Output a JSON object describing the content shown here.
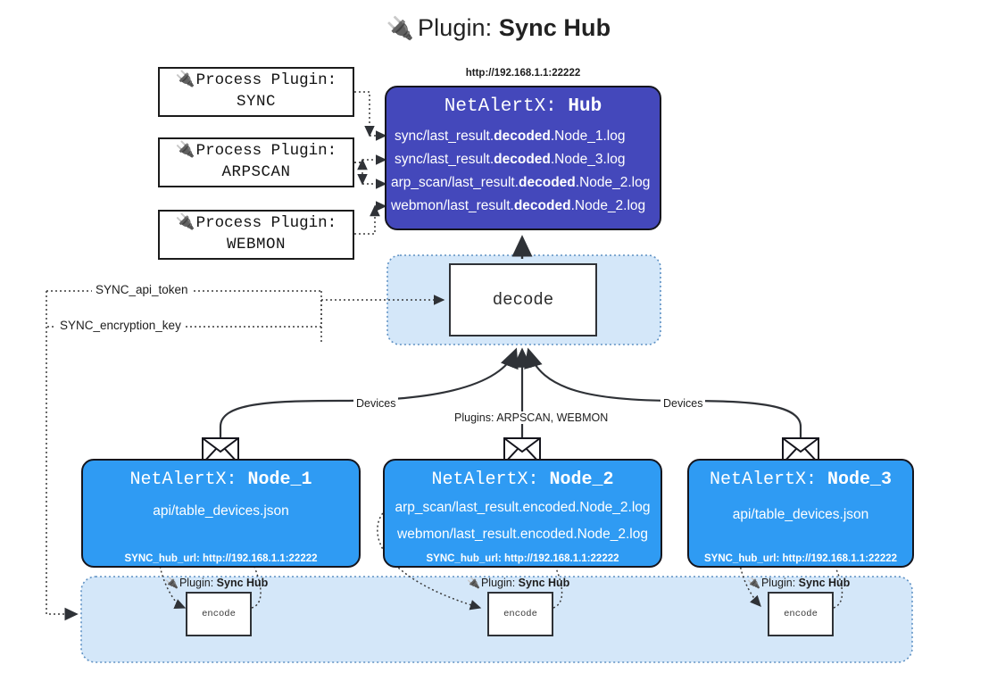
{
  "title": {
    "plug_icon": "plug-icon",
    "prefix": "Plugin:",
    "name": "Sync Hub"
  },
  "process_plugins": [
    {
      "icon": "plug-icon",
      "line1": "Process Plugin:",
      "line2": "SYNC"
    },
    {
      "icon": "plug-icon",
      "line1": "Process Plugin:",
      "line2": "ARPSCAN"
    },
    {
      "icon": "plug-icon",
      "line1": "Process Plugin:",
      "line2": "WEBMON"
    }
  ],
  "hub": {
    "url": "http://192.168.1.1:22222",
    "title_prefix": "NetAlertX:",
    "title_name": "Hub",
    "color": "#4448bb",
    "lines": [
      {
        "pre": "sync/last_result.",
        "mid": "decoded",
        "post": ".Node_1.log"
      },
      {
        "pre": "sync/last_result.",
        "mid": "decoded",
        "post": ".Node_3.log"
      },
      {
        "pre": "arp_scan/last_result.",
        "mid": "decoded",
        "post": ".Node_2.log"
      },
      {
        "pre": "webmon/last_result.",
        "mid": "decoded",
        "post": ".Node_2.log"
      }
    ]
  },
  "decode": {
    "label": "decode"
  },
  "settings": {
    "api_token": "SYNC_api_token",
    "encryption_key": "SYNC_encryption_key"
  },
  "edge_labels": {
    "devices_left": "Devices",
    "plugins_middle": "Plugins: ARPSCAN, WEBMON",
    "devices_right": "Devices"
  },
  "nodes": [
    {
      "title_prefix": "NetAlertX:",
      "title_name": "Node_1",
      "color": "#2f9bf3",
      "envelope_icon": "envelope-icon",
      "lines": [
        "api/table_devices.json"
      ],
      "footer": "SYNC_hub_url: http://192.168.1.1:22222"
    },
    {
      "title_prefix": "NetAlertX:",
      "title_name": "Node_2",
      "color": "#2f9bf3",
      "envelope_icon": "envelope-icon",
      "lines": [
        "arp_scan/last_result.encoded.Node_2.log",
        "webmon/last_result.encoded.Node_2.log"
      ],
      "footer": "SYNC_hub_url: http://192.168.1.1:22222"
    },
    {
      "title_prefix": "NetAlertX:",
      "title_name": "Node_3",
      "color": "#2f9bf3",
      "envelope_icon": "envelope-icon",
      "lines": [
        "api/table_devices.json"
      ],
      "footer": "SYNC_hub_url: http://192.168.1.1:22222"
    }
  ],
  "encoders": [
    {
      "caption_icon": "plug-icon",
      "caption_prefix": "Plugin:",
      "caption_name": "Sync Hub",
      "label": "encode"
    },
    {
      "caption_icon": "plug-icon",
      "caption_prefix": "Plugin:",
      "caption_name": "Sync Hub",
      "label": "encode"
    },
    {
      "caption_icon": "plug-icon",
      "caption_prefix": "Plugin:",
      "caption_name": "Sync Hub",
      "label": "encode"
    }
  ],
  "palette": {
    "hub_purple": "#4448bb",
    "node_blue": "#2f9bf3",
    "container_blue": "#d4e7f9",
    "line_dark": "#2f3237",
    "background": "#ffffff"
  }
}
